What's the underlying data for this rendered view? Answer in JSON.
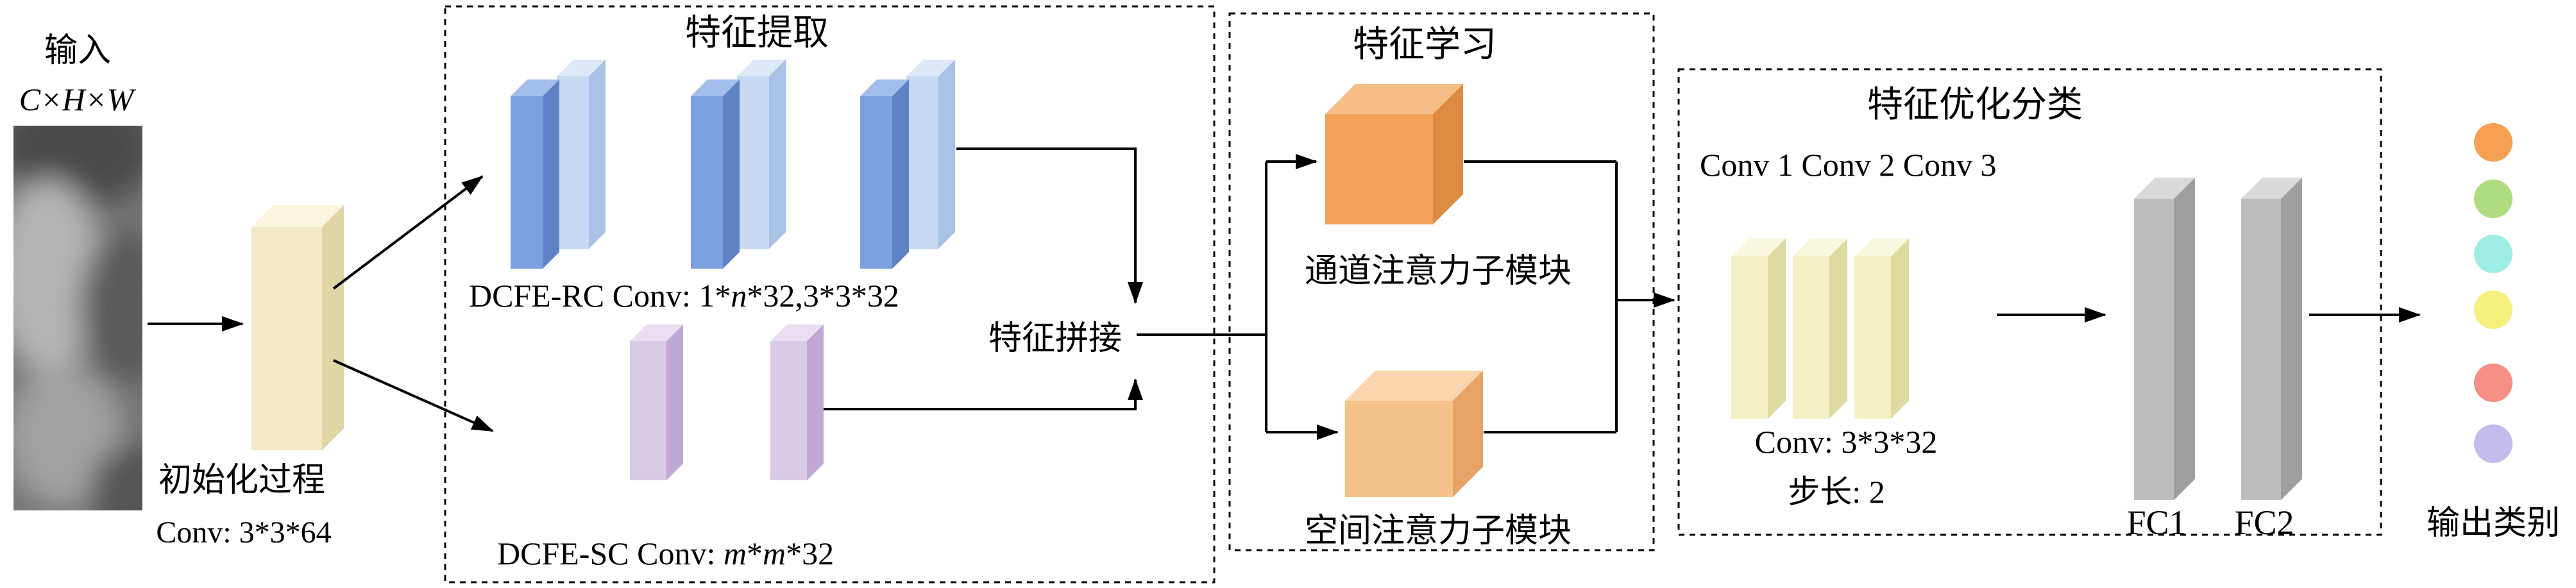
{
  "colors": {
    "init_block": "#F3E9C6",
    "rc_dark": "#7BA0DF",
    "rc_light": "#C6D8F2",
    "sc_purple": "#D9CAE6",
    "channel_cube": "#F2A159",
    "spatial_cube": "#F6C28C",
    "conv_block": "#F3F0C5",
    "fc_block": "#BDBDBD",
    "classes": [
      "#F5A053",
      "#AEDC7E",
      "#9EEDE4",
      "#F6F07E",
      "#F68F85",
      "#C4BCEA"
    ]
  },
  "input": {
    "label": "输入",
    "dims": "C×H×W",
    "init_label": "初始化过程",
    "init_conv": "Conv: 3*3*64"
  },
  "feature_extraction": {
    "title": "特征提取",
    "rc_parts": [
      "DCFE-RC Conv: 1*",
      "n",
      "*32,3*3*32"
    ],
    "sc_parts": [
      "DCFE-SC Conv: ",
      "m",
      "*",
      "m",
      "*32"
    ],
    "concat_label": "特征拼接"
  },
  "feature_learning": {
    "title": "特征学习",
    "channel_label": "通道注意力子模块",
    "spatial_label": "空间注意力子模块"
  },
  "classification": {
    "title": "特征优化分类",
    "conv_headers": "Conv 1 Conv 2 Conv 3",
    "conv_label": "Conv: 3*3*32",
    "stride_label": "步长: 2",
    "fc1": "FC1",
    "fc2": "FC2"
  },
  "output": {
    "label": "输出类别"
  }
}
